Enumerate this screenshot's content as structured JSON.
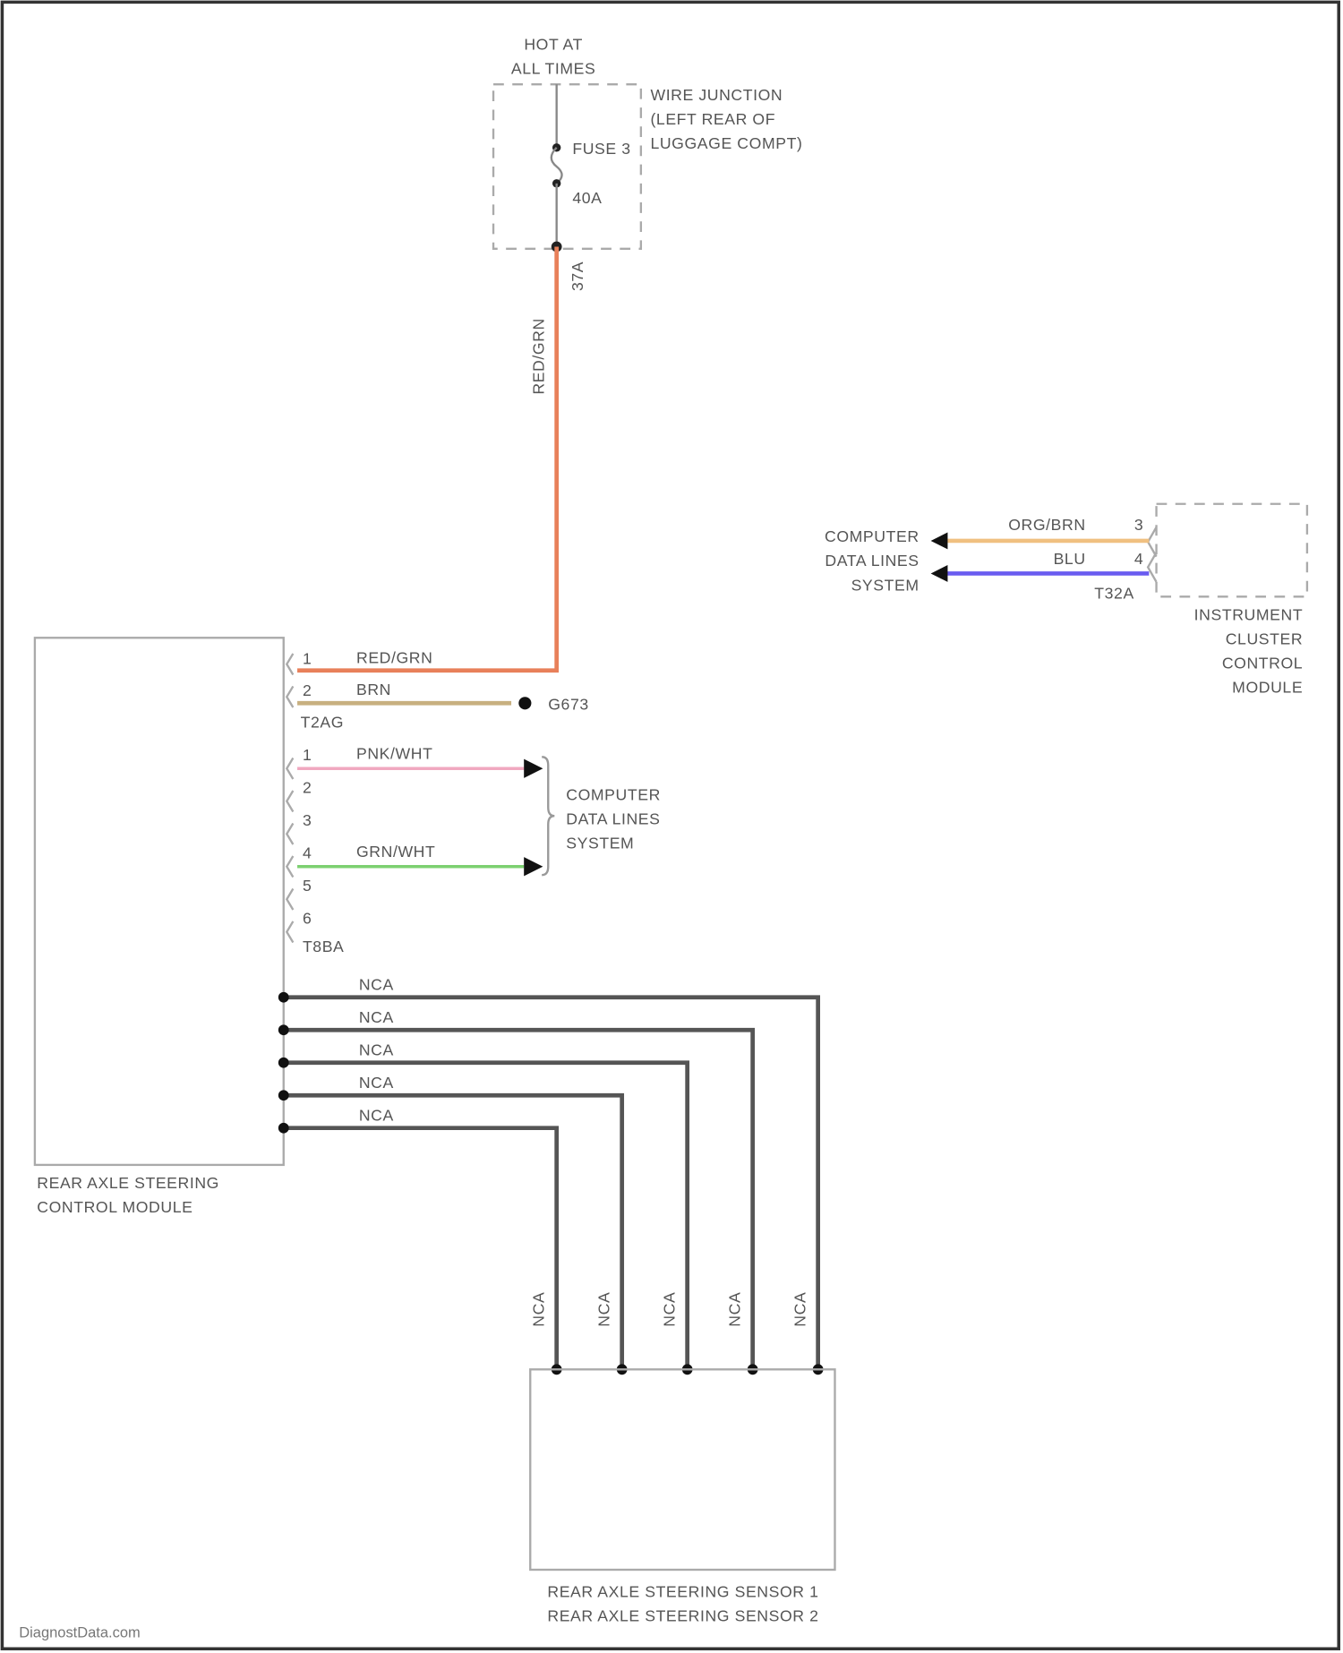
{
  "power": {
    "hot_line1": "HOT AT",
    "hot_line2": "ALL TIMES",
    "fuse": "FUSE 3",
    "rating": "40A",
    "pin": "37A",
    "wire": "RED/GRN"
  },
  "junction": {
    "line1": "WIRE JUNCTION",
    "line2": "(LEFT REAR OF",
    "line3": "LUGGAGE COMPT)"
  },
  "cluster": {
    "line1": "INSTRUMENT",
    "line2": "CLUSTER",
    "line3": "CONTROL",
    "line4": "MODULE",
    "connector": "T32A",
    "wires": [
      {
        "pin": "3",
        "color_name": "ORG/BRN",
        "color": "#f0c080"
      },
      {
        "pin": "4",
        "color_name": "BLU",
        "color": "#6a5cf0"
      }
    ],
    "dest1": "COMPUTER",
    "dest2": "DATA LINES",
    "dest3": "SYSTEM"
  },
  "module": {
    "line1": "REAR AXLE STEERING",
    "line2": "CONTROL MODULE",
    "conn_a": "T2AG",
    "a_pins": [
      {
        "pin": "1",
        "color_name": "RED/GRN",
        "color": "#e8805a"
      },
      {
        "pin": "2",
        "color_name": "BRN",
        "color": "#c8b080"
      }
    ],
    "ground": "G673",
    "conn_b": "T8BA",
    "b_pins": [
      "1",
      "2",
      "3",
      "4",
      "5",
      "6"
    ],
    "b_wires": [
      {
        "pin": "1",
        "color_name": "PNK/WHT",
        "color": "#f0a8c0"
      },
      {
        "pin": "4",
        "color_name": "GRN/WHT",
        "color": "#7cd070"
      }
    ],
    "dest1": "COMPUTER",
    "dest2": "DATA LINES",
    "dest3": "SYSTEM",
    "nca": [
      "NCA",
      "NCA",
      "NCA",
      "NCA",
      "NCA"
    ],
    "nca_color": "#555555"
  },
  "sensor": {
    "line1": "REAR AXLE STEERING SENSOR 1",
    "line2": "REAR AXLE STEERING SENSOR 2",
    "nca": [
      "NCA",
      "NCA",
      "NCA",
      "NCA",
      "NCA"
    ]
  },
  "watermark": "DiagnostData.com"
}
